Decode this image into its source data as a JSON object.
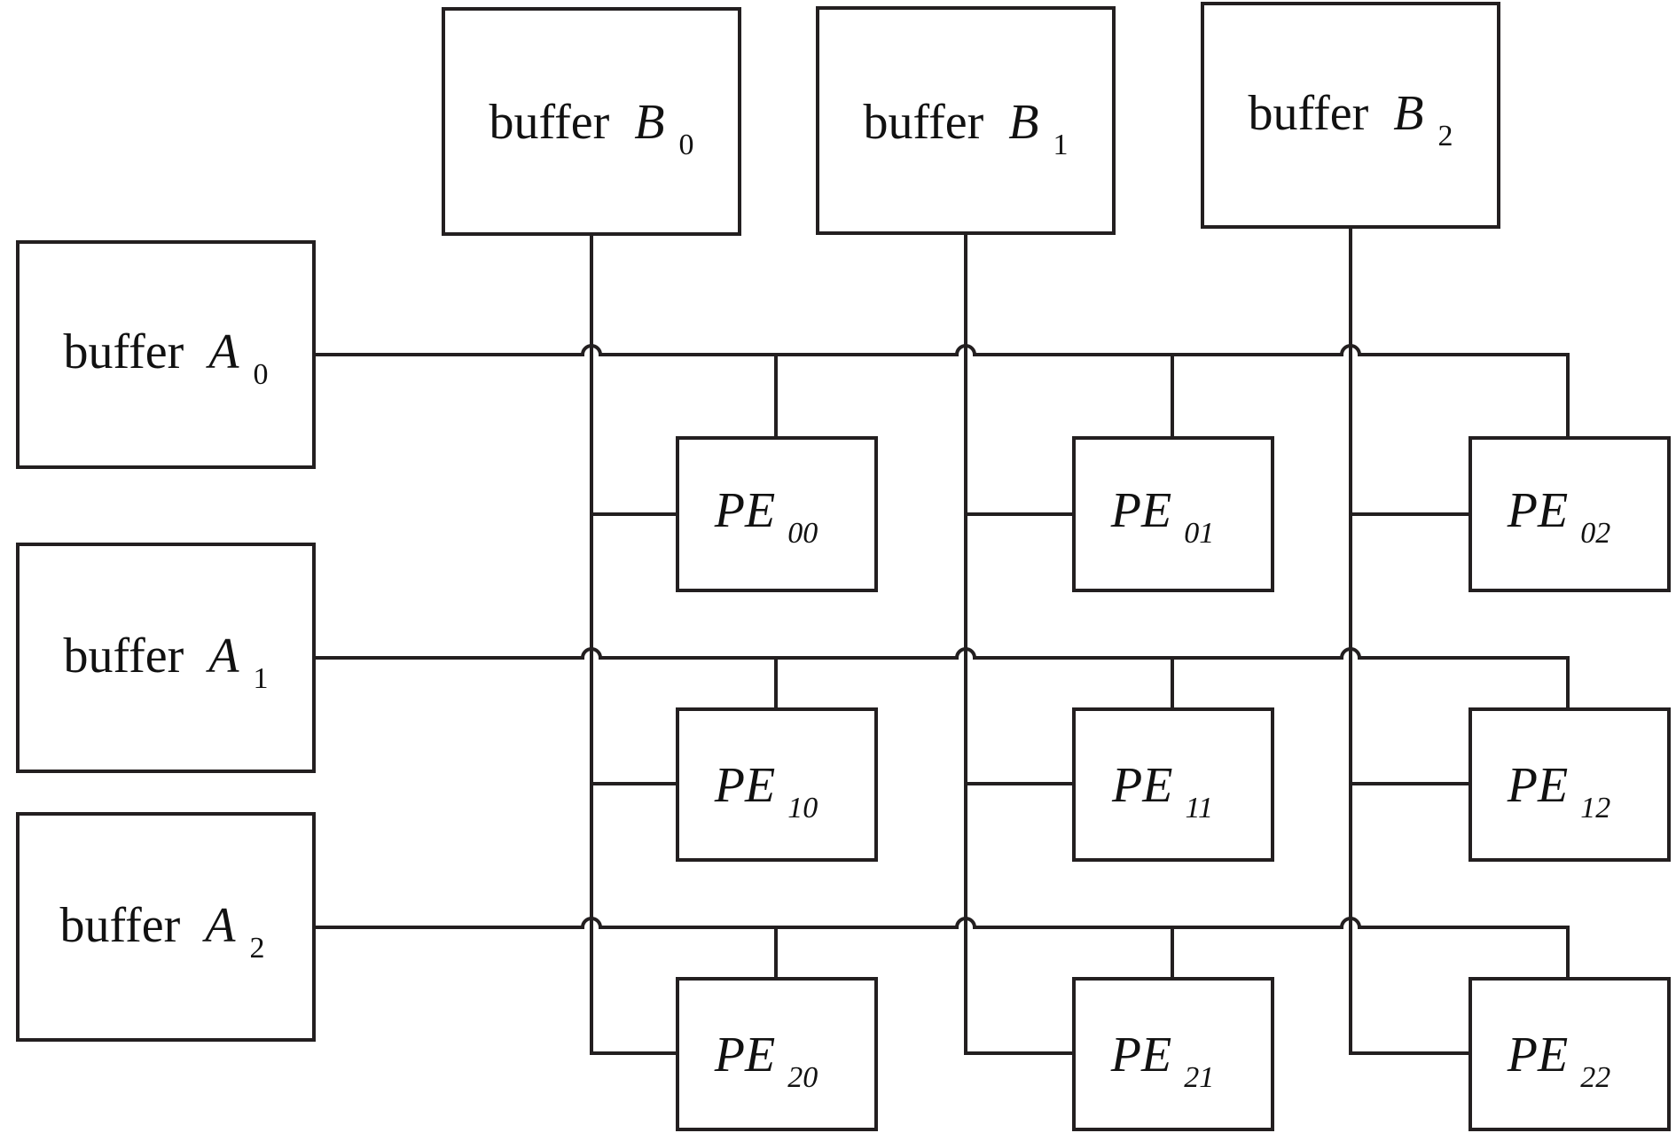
{
  "buffers_a": [
    {
      "word": "buffer",
      "var": "A",
      "idx": "0"
    },
    {
      "word": "buffer",
      "var": "A",
      "idx": "1"
    },
    {
      "word": "buffer",
      "var": "A",
      "idx": "2"
    }
  ],
  "buffers_b": [
    {
      "word": "buffer",
      "var": "B",
      "idx": "0"
    },
    {
      "word": "buffer",
      "var": "B",
      "idx": "1"
    },
    {
      "word": "buffer",
      "var": "B",
      "idx": "2"
    }
  ],
  "pes": [
    [
      {
        "name": "PE",
        "idx": "00"
      },
      {
        "name": "PE",
        "idx": "01"
      },
      {
        "name": "PE",
        "idx": "02"
      }
    ],
    [
      {
        "name": "PE",
        "idx": "10"
      },
      {
        "name": "PE",
        "idx": "11"
      },
      {
        "name": "PE",
        "idx": "12"
      }
    ],
    [
      {
        "name": "PE",
        "idx": "20"
      },
      {
        "name": "PE",
        "idx": "21"
      },
      {
        "name": "PE",
        "idx": "22"
      }
    ]
  ],
  "colors": {
    "line": "#231f20",
    "background": "#ffffff"
  }
}
